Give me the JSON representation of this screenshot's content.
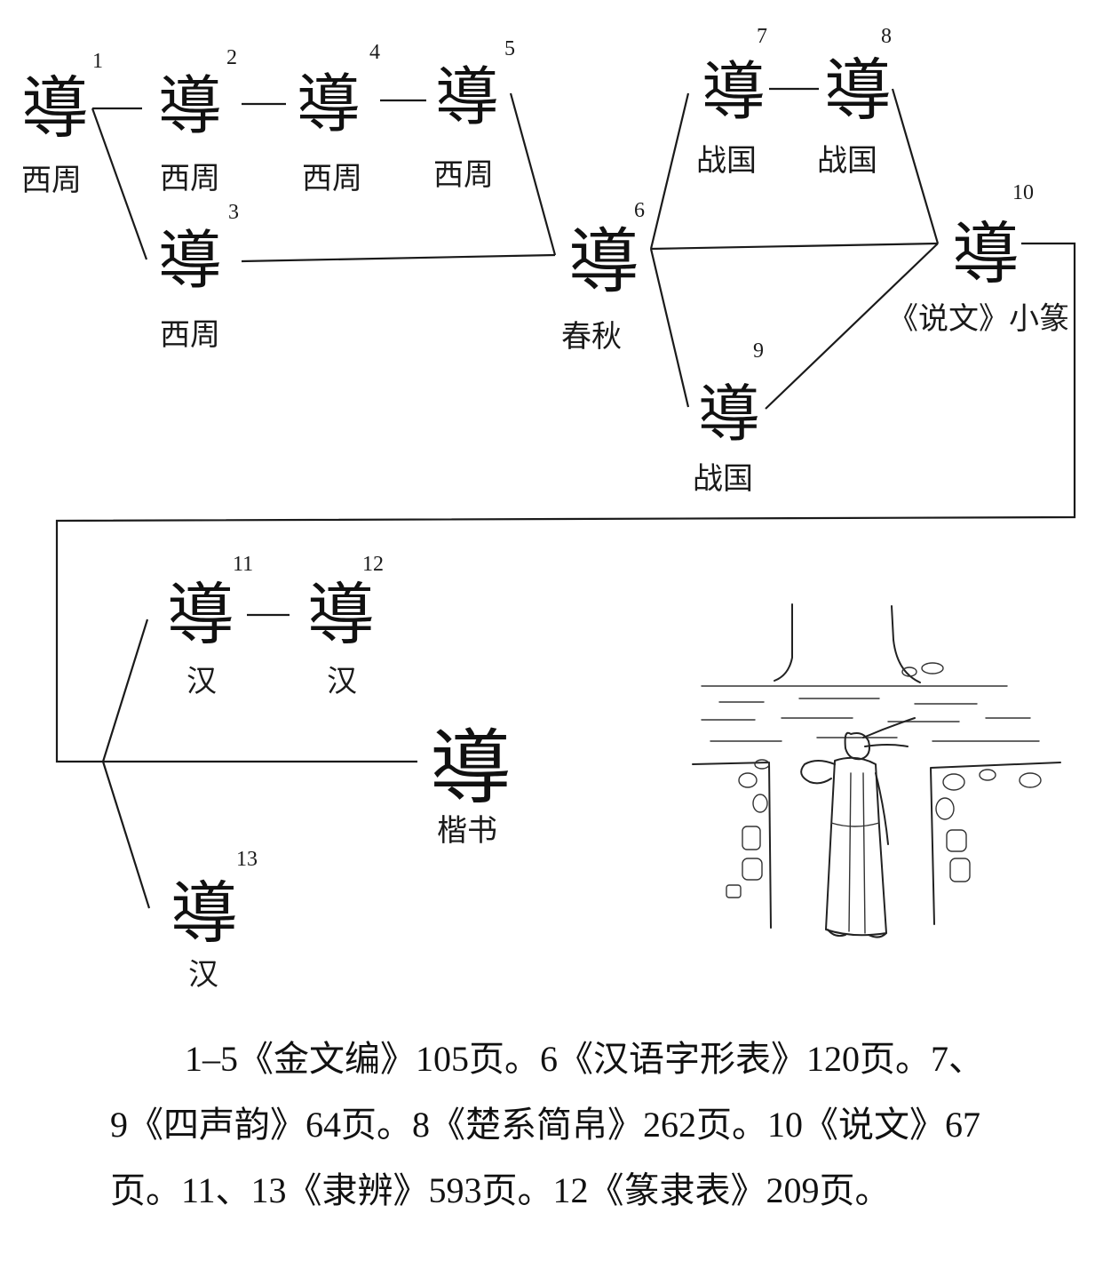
{
  "nodes": [
    {
      "id": "n1",
      "num": "1",
      "glyph": "導",
      "era": "西周"
    },
    {
      "id": "n2",
      "num": "2",
      "glyph": "導",
      "era": "西周"
    },
    {
      "id": "n3",
      "num": "3",
      "glyph": "導",
      "era": "西周"
    },
    {
      "id": "n4",
      "num": "4",
      "glyph": "導",
      "era": "西周"
    },
    {
      "id": "n5",
      "num": "5",
      "glyph": "導",
      "era": "西周"
    },
    {
      "id": "n6",
      "num": "6",
      "glyph": "導",
      "era": "春秋"
    },
    {
      "id": "n7",
      "num": "7",
      "glyph": "導",
      "era": "战国"
    },
    {
      "id": "n8",
      "num": "8",
      "glyph": "導",
      "era": "战国"
    },
    {
      "id": "n9",
      "num": "9",
      "glyph": "導",
      "era": "战国"
    },
    {
      "id": "n10",
      "num": "10",
      "glyph": "導",
      "era": "《说文》小篆"
    },
    {
      "id": "n11",
      "num": "11",
      "glyph": "導",
      "era": "汉"
    },
    {
      "id": "n12",
      "num": "12",
      "glyph": "導",
      "era": "汉"
    },
    {
      "id": "n13",
      "num": "13",
      "glyph": "導",
      "era": "汉"
    },
    {
      "id": "n14",
      "num": "",
      "glyph": "導",
      "era": "楷书"
    }
  ],
  "caption": "1–5《金文编》105页。6《汉语字形表》120页。7、9《四声韵》64页。8《楚系简帛》262页。10《说文》67页。11、13《隶辨》593页。12《篆隶表》209页。"
}
